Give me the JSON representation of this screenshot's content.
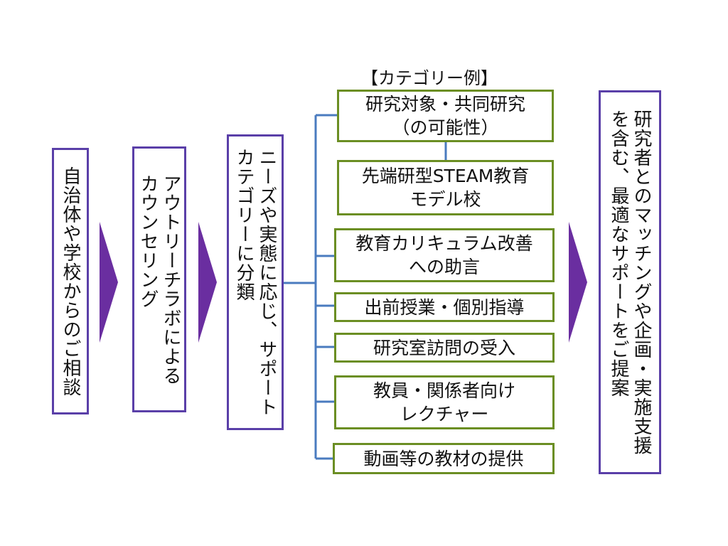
{
  "flow": {
    "step1": "自治体や学校からのご相談",
    "step2": [
      "アウトリーチラボによる",
      "カウンセリング"
    ],
    "step3": [
      "ニーズや実態に応じ、サポート",
      "カテゴリーに分類"
    ],
    "result": [
      "研究者とのマッチングや企画・実施支援",
      "を含む、最適なサポートをご提案"
    ]
  },
  "categories": {
    "title": "【カテゴリー例】",
    "items": [
      {
        "lines": [
          "研究対象・共同研究",
          "（の可能性）"
        ]
      },
      {
        "lines": [
          "先端研型STEAM教育",
          "モデル校"
        ]
      },
      {
        "lines": [
          "教育カリキュラム改善",
          "への助言"
        ]
      },
      {
        "lines": [
          "出前授業・個別指導"
        ]
      },
      {
        "lines": [
          "研究室訪問の受入"
        ]
      },
      {
        "lines": [
          "教員・関係者向け",
          "レクチャー"
        ]
      },
      {
        "lines": [
          "動画等の教材の提供"
        ]
      }
    ]
  },
  "colors": {
    "box_border": "#5a3fa8",
    "category_border": "#6b8e23",
    "arrow": "#6a2ea0",
    "connector": "#4a7bbf"
  }
}
